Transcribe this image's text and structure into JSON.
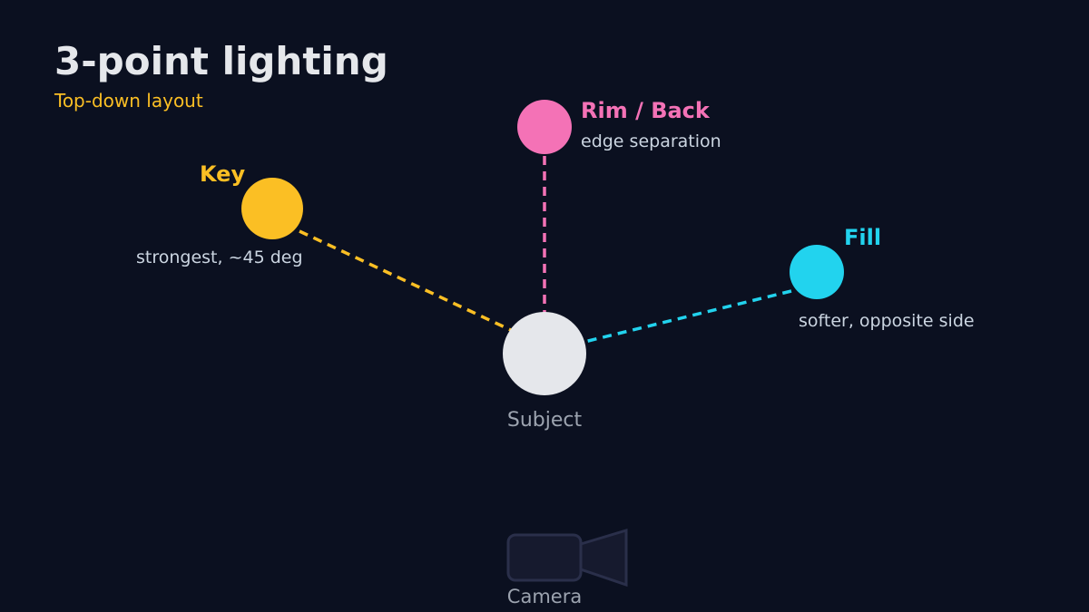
{
  "title": "3-point lighting",
  "subtitle": "Top-down layout",
  "subject": {
    "label": "Subject",
    "color": "#e5e7eb"
  },
  "camera": {
    "label": "Camera",
    "icon": "camera-icon"
  },
  "lights": [
    {
      "id": "key",
      "label": "Key",
      "description": "strongest, ~45 deg",
      "color": "#fbbf24"
    },
    {
      "id": "rim",
      "label": "Rim / Back",
      "description": "edge separation",
      "color": "#f472b6"
    },
    {
      "id": "fill",
      "label": "Fill",
      "description": "softer, opposite side",
      "color": "#22d3ee"
    }
  ],
  "colors": {
    "background": "#0b1020",
    "title": "#e5e7eb",
    "subtitle": "#fbbf24",
    "description": "#cbd5e1",
    "muted": "#9ca3af",
    "camera_fill": "#161a2e",
    "camera_stroke": "#2a2f4a"
  }
}
